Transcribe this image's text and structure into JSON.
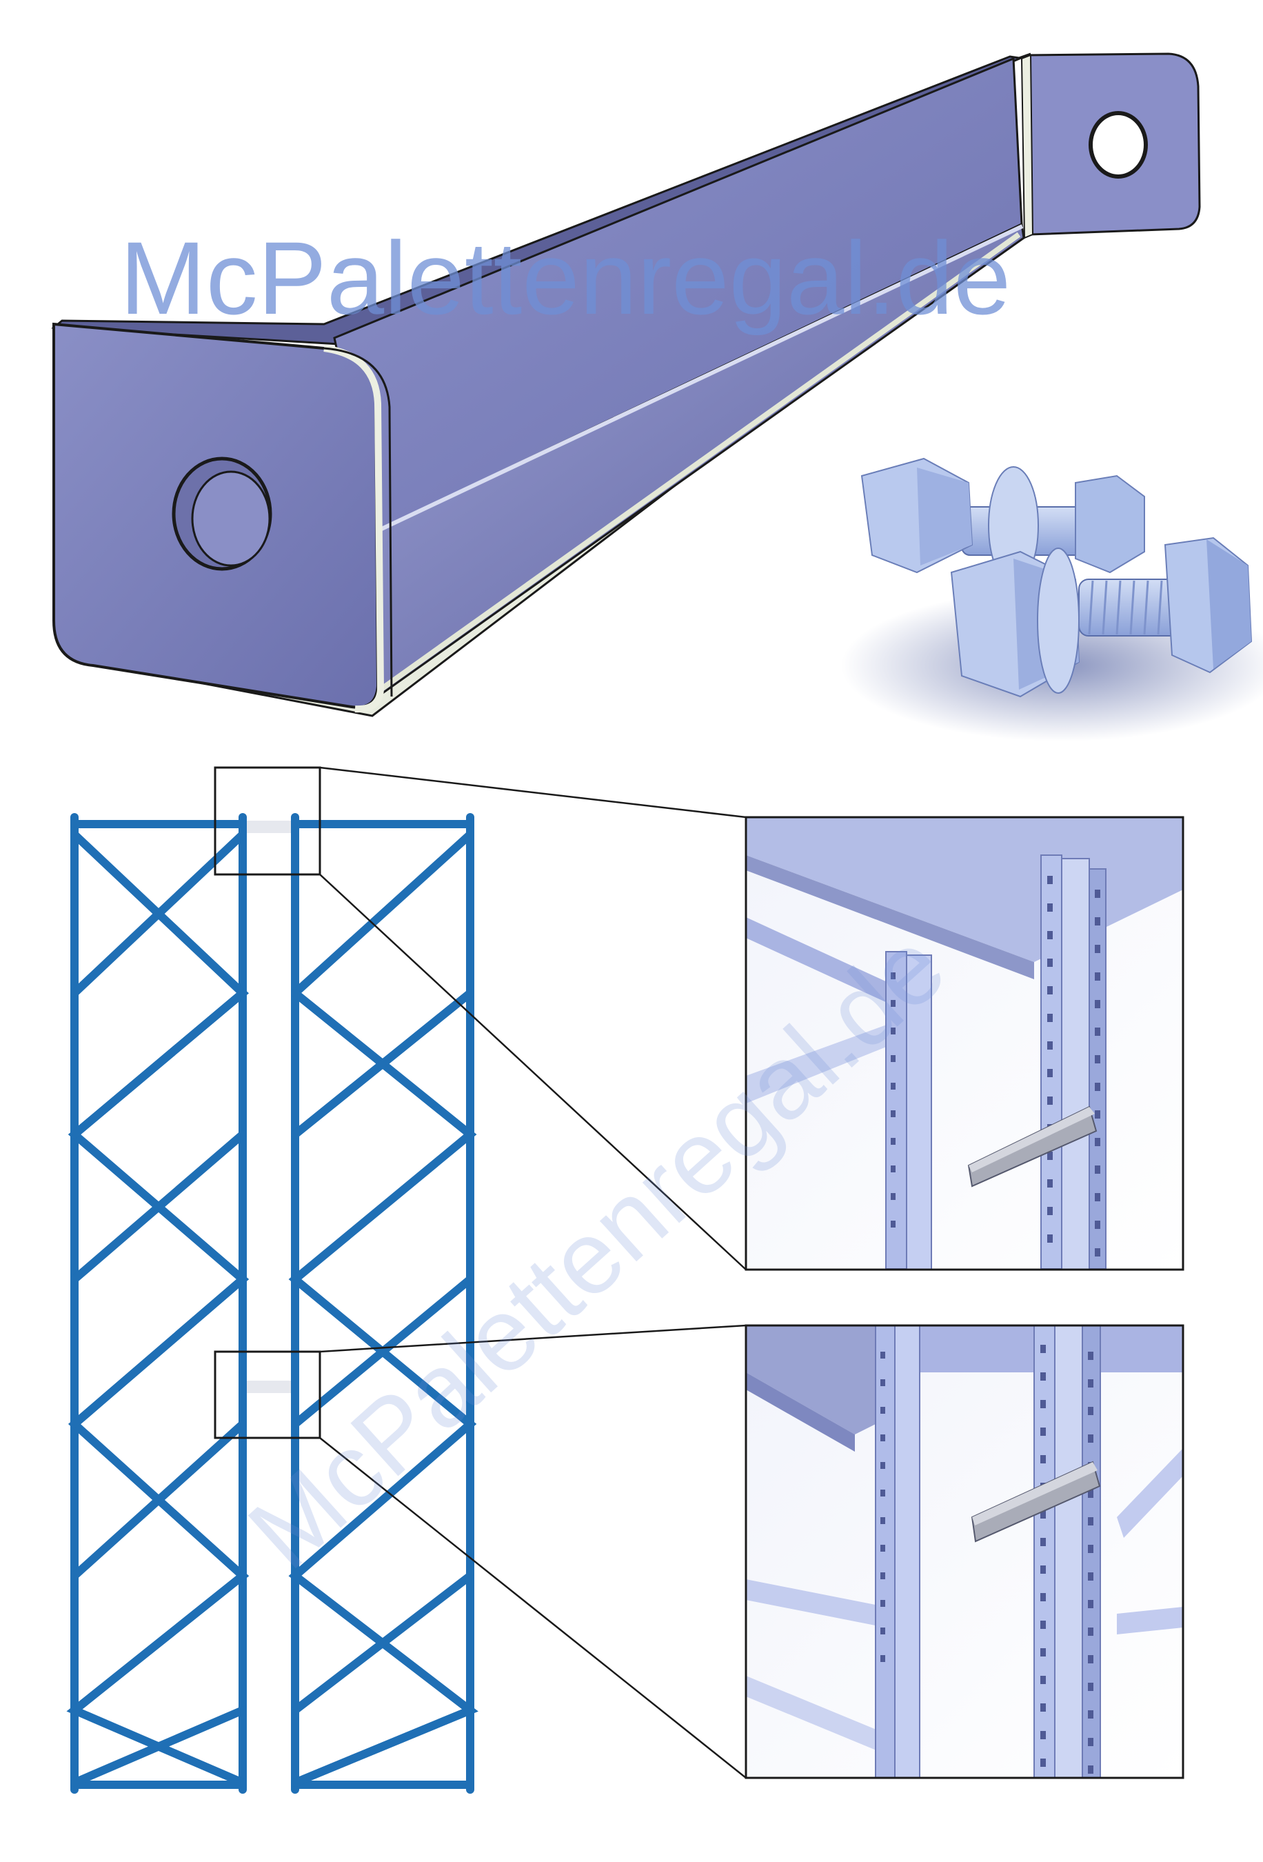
{
  "watermark": {
    "top_text": "McPalettenregal.de",
    "diagonal_text": "McPalettenregal.de",
    "color": "#6f8fd6"
  },
  "colors": {
    "frame_blue": "#1f6fb5",
    "spacer_steel": "#7f86c0",
    "spacer_dark": "#4b4f8a",
    "bolt_steel": "#a9bde6",
    "detail_steel": "#b8c3ea",
    "outline": "#1a1a1a"
  },
  "illustration": {
    "spacer_part": "distance-spacer-beam",
    "bolts": "hex-bolt-with-nut-and-washer",
    "frame_view": "double-rack-frame-elevation",
    "detail_views": [
      "connector-detail-top",
      "connector-detail-middle"
    ]
  }
}
